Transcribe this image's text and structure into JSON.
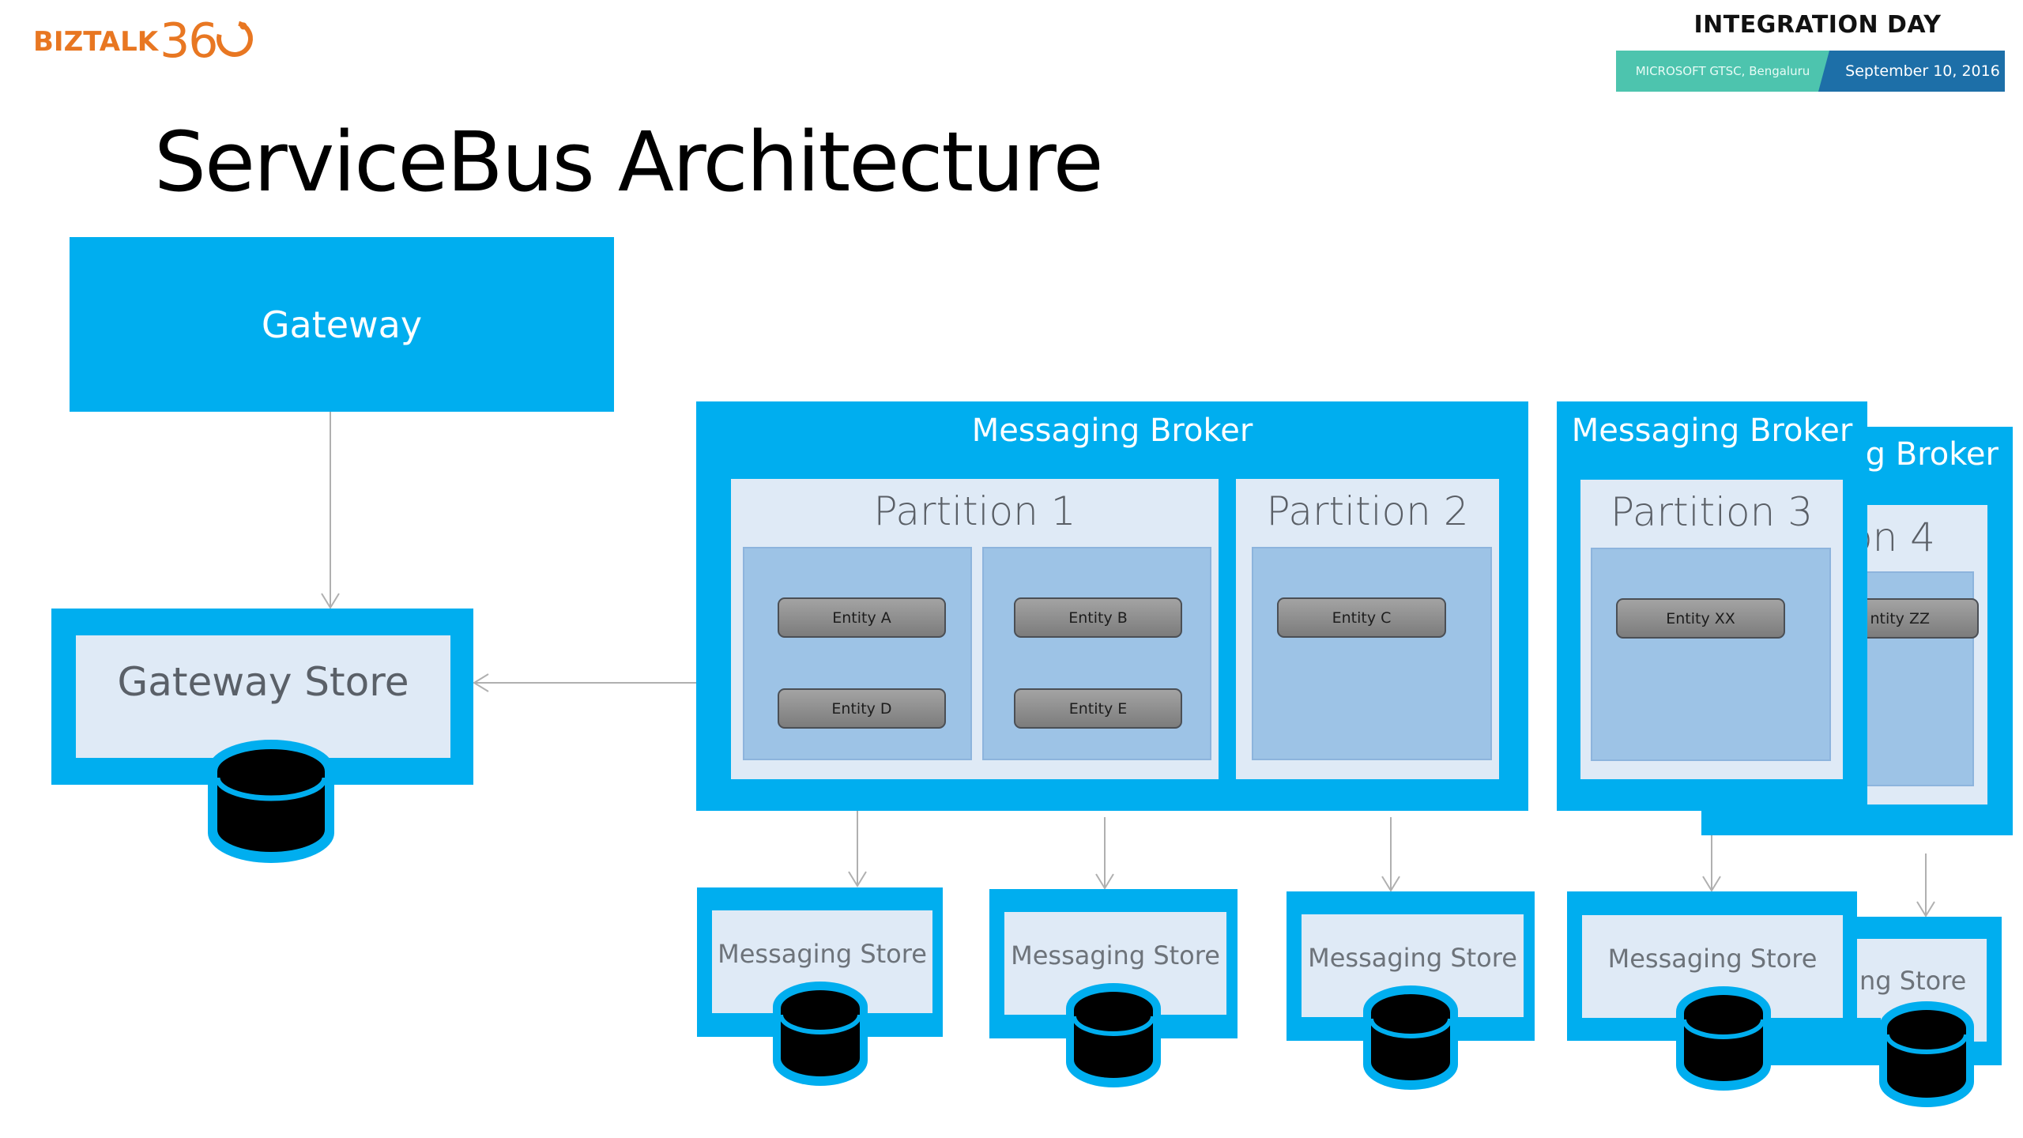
{
  "header": {
    "logo_text": "BIZTALK",
    "logo_number": "36",
    "event_title": "INTEGRATION DAY",
    "event_location": "MICROSOFT GTSC, Bengaluru",
    "event_date": "September 10, 2016"
  },
  "slide": {
    "title": "ServiceBus Architecture"
  },
  "gateway": {
    "label": "Gateway",
    "store_label": "Gateway Store"
  },
  "brokers": [
    {
      "label": "Messaging Broker",
      "partitions": [
        {
          "label": "Partition 1",
          "entities": [
            "Entity A",
            "Entity D",
            "Entity B",
            "Entity E"
          ]
        },
        {
          "label": "Partition 2",
          "entities": [
            "Entity C"
          ]
        }
      ]
    },
    {
      "label": "Messaging Broker",
      "partitions": [
        {
          "label": "Partition 3",
          "entities": [
            "Entity XX"
          ]
        }
      ]
    },
    {
      "label": "g Broker",
      "partitions": [
        {
          "label": "on 4",
          "entities": [
            "ntity ZZ"
          ]
        }
      ]
    }
  ],
  "stores": [
    {
      "label": "Messaging Store"
    },
    {
      "label": "Messaging Store"
    },
    {
      "label": "Messaging Store"
    },
    {
      "label": "Messaging Store"
    },
    {
      "label": "ng Store"
    }
  ],
  "colors": {
    "primary_blue": "#00AEEF",
    "panel": "#DFEAF6",
    "inner_blue": "#9DC3E6",
    "logo_orange": "#E87722",
    "banner_teal": "#4DC4AE",
    "banner_navy": "#1D6FA8"
  }
}
